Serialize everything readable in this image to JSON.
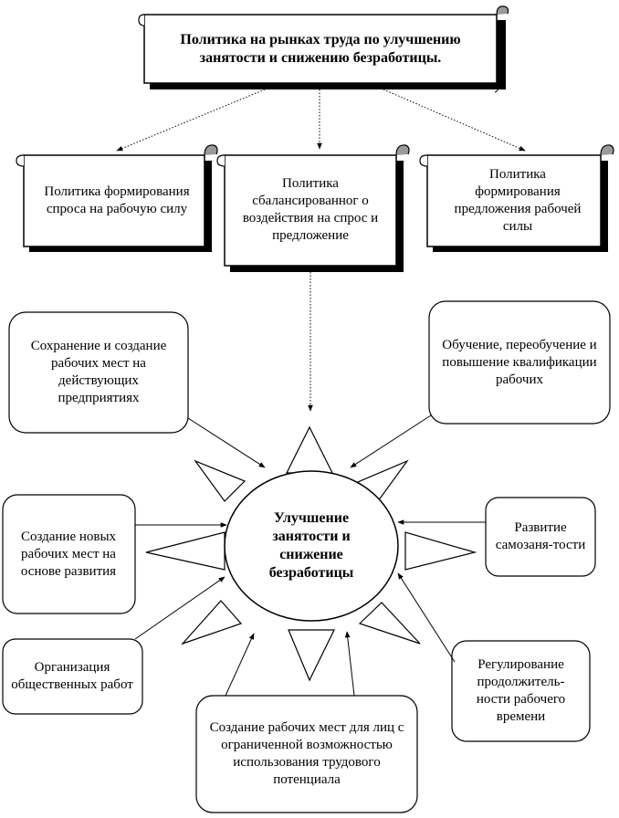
{
  "title_scroll": {
    "text": "Политика на рынках труда по улучшению занятости и снижению безработицы."
  },
  "policies": [
    {
      "text": "Политика формирования спроса на рабочую силу"
    },
    {
      "text": "Политика сбалансированног о воздействия на спрос и предложение"
    },
    {
      "text": "Политика формирования предложения рабочей силы"
    }
  ],
  "center": {
    "text": "Улучшение занятости и снижение безработицы"
  },
  "measures": [
    {
      "text": "Сохранение и создание рабочих мест на действующих предприятиях"
    },
    {
      "text": "Обучение, переобучение и повышение квалификации рабочих"
    },
    {
      "text": "Создание новых рабочих мест на основе развития"
    },
    {
      "text": "Развитие самозаня-тости"
    },
    {
      "text": "Организация общественных работ"
    },
    {
      "text": "Регулирование продолжитель-ности рабочего времени"
    },
    {
      "text": "Создание рабочих мест для лиц с ограниченной возможностью использования трудового потенциала"
    }
  ],
  "colors": {
    "line": "#000000",
    "shadow": "#000000",
    "fill": "#ffffff",
    "curl": "#9a9a9a"
  }
}
